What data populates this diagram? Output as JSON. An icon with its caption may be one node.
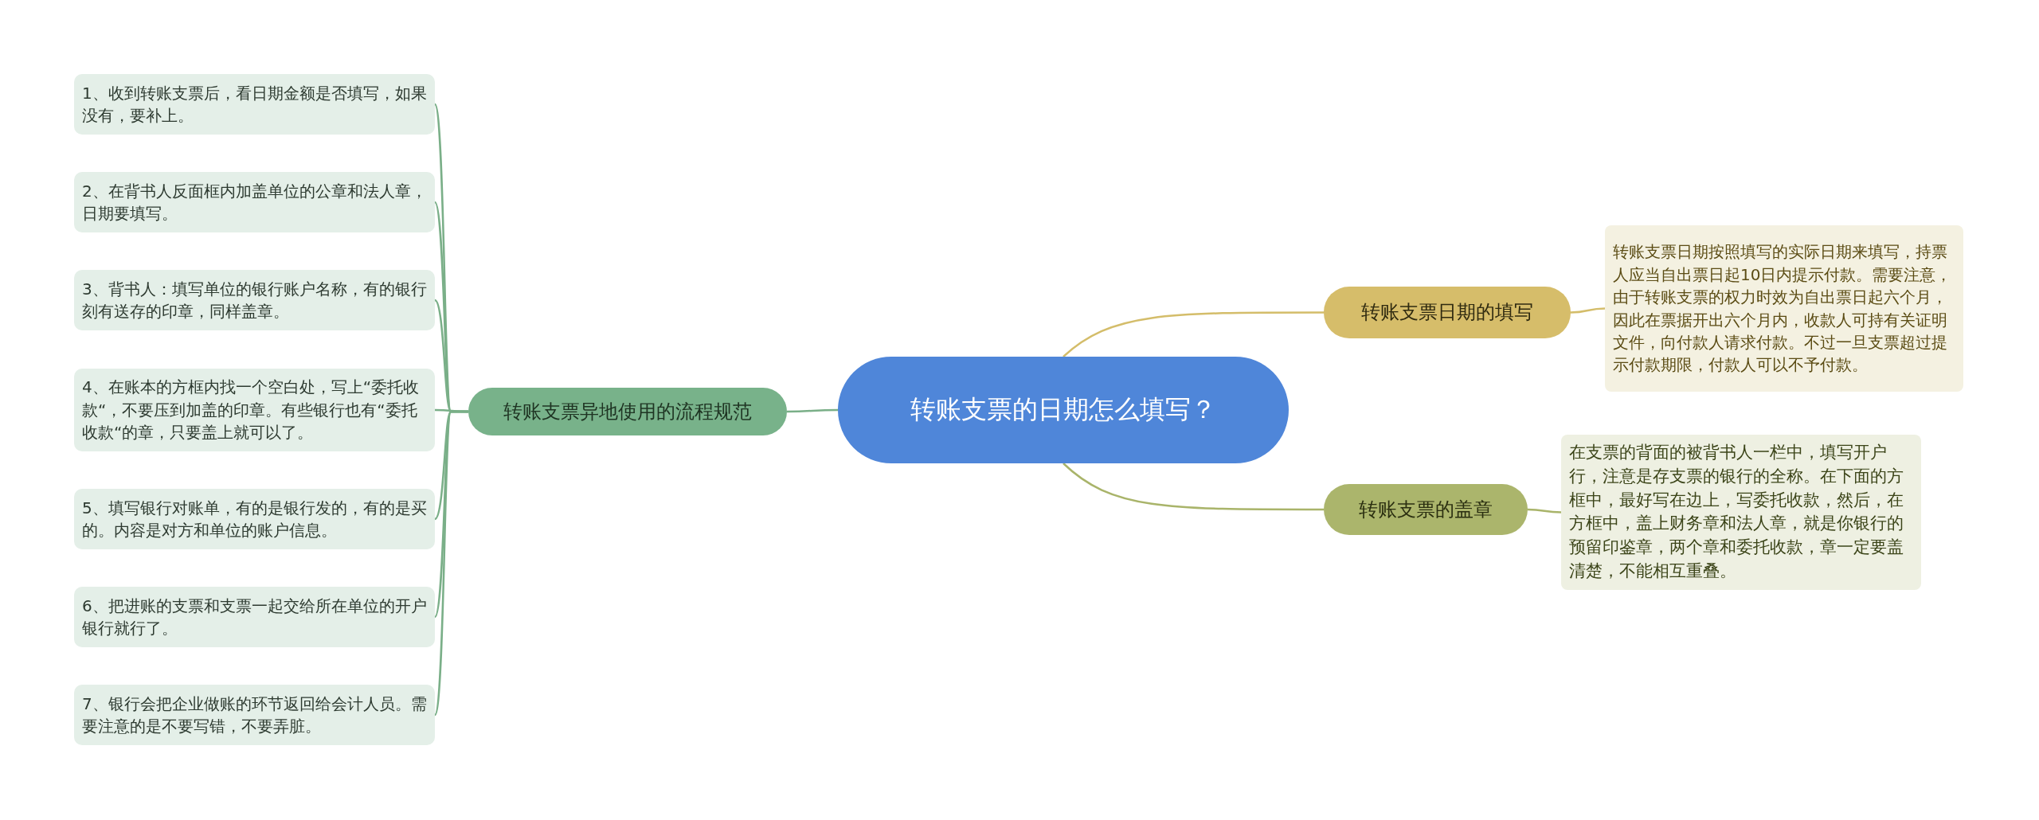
{
  "diagram": {
    "nodes": [
      {
        "text": [
          "转账支票的日期怎么填写？"
        ]
      },
      {
        "text": [
          "转账支票异地使用的流程规范"
        ]
      },
      {
        "text": [
          "1、收到转账支票后，看日期金额是否填写，如果没有，要补上。"
        ]
      },
      {
        "text": [
          "2、在背书人反面框内加盖单位的公章和法人章，日期要填写。"
        ]
      },
      {
        "text": [
          "3、背书人：填写单位的银行账户名称，有的银行刻有送存的印章，同样盖章。"
        ]
      },
      {
        "text": [
          "4、在账本的方框内找一个空白处，写上“委托收款“，不要压到加盖的印章。有些银行也有“委托收款“的章，只要盖上就可以了。"
        ]
      },
      {
        "text": [
          "5、填写银行对账单，有的是银行发的，有的是买的。内容是对方和单位的账户信息。"
        ]
      },
      {
        "text": [
          "6、把进账的支票和支票一起交给所在单位的开户银行就行了。"
        ]
      },
      {
        "text": [
          "7、银行会把企业做账的环节返回给会计人员。需要注意的是不要写错，不要弄脏。"
        ]
      },
      {
        "text": [
          "转账支票日期的填写"
        ]
      },
      {
        "text": [
          "转账支票日期按照填写的实际日期来填写，持票人应当自出票日起10日内提示付款。需要注意，由于转账支票的权力时效为自出票日起六个月，因此在票据开出六个月内，收款人可持有关证明文件，向付款人请求付款。不过一旦支票超过提示付款期限，付款人可以不予付款。"
        ]
      },
      {
        "text": [
          "转账支票的盖章"
        ]
      },
      {
        "text": [
          "在支票的背面的被背书人一栏中，填写开户行，注意是存支票的银行的全称。在下面的方框中，最好写在边上，写委托收款，然后，在方框中，盖上财务章和法人章，就是你银行的预留印鉴章，两个章和委托收款，章一定要盖清楚，不能相互重叠。"
        ]
      }
    ],
    "edges": [
      {
        "from": 0,
        "to": 1,
        "arrow": "none"
      },
      {
        "from": 1,
        "to": 2,
        "arrow": "none"
      },
      {
        "from": 1,
        "to": 3,
        "arrow": "none"
      },
      {
        "from": 1,
        "to": 4,
        "arrow": "none"
      },
      {
        "from": 1,
        "to": 5,
        "arrow": "none"
      },
      {
        "from": 1,
        "to": 6,
        "arrow": "none"
      },
      {
        "from": 1,
        "to": 7,
        "arrow": "none"
      },
      {
        "from": 1,
        "to": 8,
        "arrow": "none"
      },
      {
        "from": 0,
        "to": 9,
        "arrow": "none",
        "color": "#d4bd6a"
      },
      {
        "from": 9,
        "to": 10,
        "arrow": "none",
        "color": "#d4bd6a"
      },
      {
        "from": 0,
        "to": 11,
        "arrow": "none",
        "color": "#a9b46a"
      },
      {
        "from": 11,
        "to": 12,
        "arrow": "none",
        "color": "#a9b46a"
      }
    ]
  }
}
